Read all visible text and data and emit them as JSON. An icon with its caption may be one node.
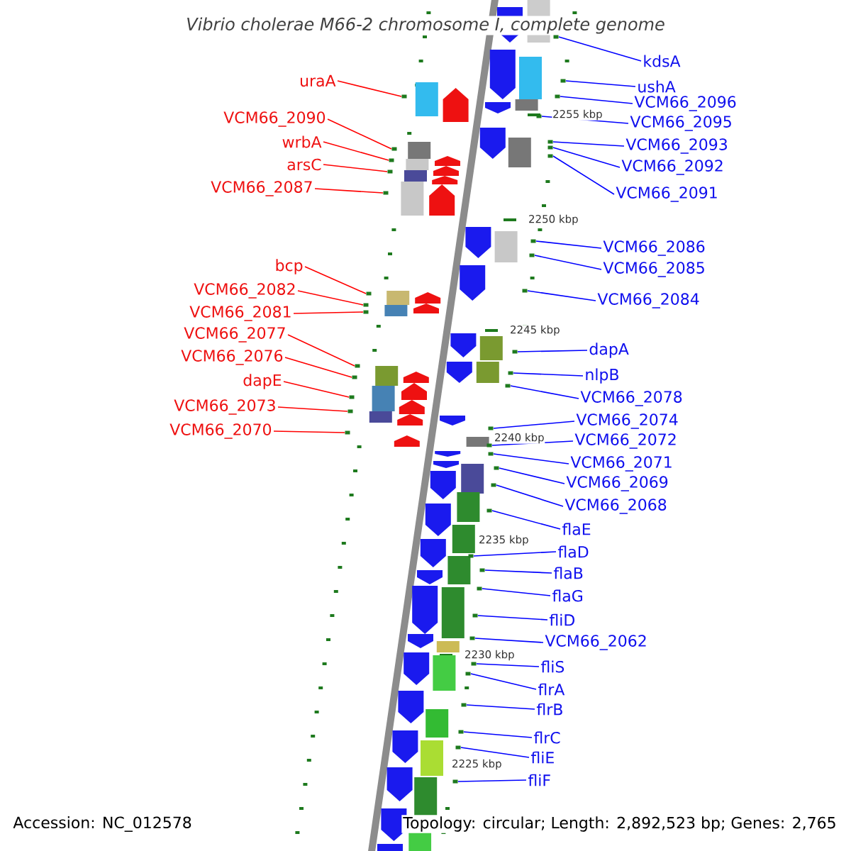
{
  "diagram": {
    "title": "Vibrio cholerae M66-2 chromosome I, complete genome",
    "nodes": [
      {
        "text": [
          "uraA"
        ]
      },
      {
        "text": [
          "VCM66_2090"
        ]
      },
      {
        "text": [
          "wrbA"
        ]
      },
      {
        "text": [
          "arsC"
        ]
      },
      {
        "text": [
          "VCM66_2087"
        ]
      },
      {
        "text": [
          "bcp"
        ]
      },
      {
        "text": [
          "VCM66_2082"
        ]
      },
      {
        "text": [
          "VCM66_2081"
        ]
      },
      {
        "text": [
          "VCM66_2077"
        ]
      },
      {
        "text": [
          "VCM66_2076"
        ]
      },
      {
        "text": [
          "dapE"
        ]
      },
      {
        "text": [
          "VCM66_2073"
        ]
      },
      {
        "text": [
          "VCM66_2070"
        ]
      },
      {
        "text": [
          "kdsA"
        ]
      },
      {
        "text": [
          "ushA"
        ]
      },
      {
        "text": [
          "VCM66_2096"
        ]
      },
      {
        "text": [
          "VCM66_2095"
        ]
      },
      {
        "text": [
          "VCM66_2093"
        ]
      },
      {
        "text": [
          "VCM66_2092"
        ]
      },
      {
        "text": [
          "VCM66_2091"
        ]
      },
      {
        "text": [
          "VCM66_2086"
        ]
      },
      {
        "text": [
          "VCM66_2085"
        ]
      },
      {
        "text": [
          "VCM66_2084"
        ]
      },
      {
        "text": [
          "dapA"
        ]
      },
      {
        "text": [
          "nlpB"
        ]
      },
      {
        "text": [
          "VCM66_2078"
        ]
      },
      {
        "text": [
          "VCM66_2074"
        ]
      },
      {
        "text": [
          "VCM66_2072"
        ]
      },
      {
        "text": [
          "VCM66_2071"
        ]
      },
      {
        "text": [
          "VCM66_2069"
        ]
      },
      {
        "text": [
          "VCM66_2068"
        ]
      },
      {
        "text": [
          "flaE"
        ]
      },
      {
        "text": [
          "flaD"
        ]
      },
      {
        "text": [
          "flaB"
        ]
      },
      {
        "text": [
          "flaG"
        ]
      },
      {
        "text": [
          "fliD"
        ]
      },
      {
        "text": [
          "VCM66_2062"
        ]
      },
      {
        "text": [
          "fliS"
        ]
      },
      {
        "text": [
          "flrA"
        ]
      },
      {
        "text": [
          "flrB"
        ]
      },
      {
        "text": [
          "flrC"
        ]
      },
      {
        "text": [
          "fliE"
        ]
      },
      {
        "text": [
          "fliF"
        ]
      },
      {
        "text": [],
        "shape": "box"
      },
      {
        "text": [],
        "shape": "box"
      },
      {
        "text": [],
        "shape": "box"
      },
      {
        "text": [],
        "shape": "box"
      },
      {
        "text": [],
        "shape": "box"
      },
      {
        "text": [],
        "shape": "box"
      },
      {
        "text": [],
        "shape": "box"
      },
      {
        "text": [],
        "shape": "box"
      },
      {
        "text": [],
        "shape": "box"
      },
      {
        "text": [],
        "shape": "box"
      },
      {
        "text": [],
        "shape": "box"
      },
      {
        "text": [],
        "shape": "box"
      },
      {
        "text": [],
        "shape": "box"
      },
      {
        "text": [],
        "shape": "box"
      },
      {
        "text": [],
        "shape": "box"
      },
      {
        "text": [],
        "shape": "box"
      },
      {
        "text": [],
        "shape": "box"
      },
      {
        "text": [],
        "shape": "box"
      },
      {
        "text": [],
        "shape": "box"
      },
      {
        "text": [],
        "shape": "box"
      },
      {
        "text": [],
        "shape": "box"
      },
      {
        "text": [],
        "shape": "box"
      },
      {
        "text": [],
        "shape": "box"
      },
      {
        "text": [],
        "shape": "box"
      },
      {
        "text": [],
        "shape": "box"
      },
      {
        "text": [],
        "shape": "box"
      },
      {
        "text": [],
        "shape": "box"
      },
      {
        "text": [],
        "shape": "box"
      },
      {
        "text": [],
        "shape": "box"
      },
      {
        "text": [],
        "shape": "box"
      },
      {
        "text": [],
        "shape": "box"
      },
      {
        "text": [],
        "shape": "box"
      },
      {
        "text": [],
        "shape": "box"
      },
      {
        "text": [],
        "shape": "box"
      },
      {
        "text": [],
        "shape": "box"
      },
      {
        "text": [],
        "shape": "box"
      },
      {
        "text": [],
        "shape": "box"
      },
      {
        "text": [],
        "shape": "box"
      },
      {
        "text": [],
        "shape": "box"
      },
      {
        "text": [],
        "shape": "box"
      },
      {
        "text": [],
        "shape": "box"
      },
      {
        "text": [],
        "shape": "box"
      },
      {
        "text": [],
        "shape": "box"
      }
    ],
    "edges": [
      {
        "from": 0,
        "to": 43,
        "arrow": "none",
        "color": "#ff0000"
      },
      {
        "from": 1,
        "to": 44,
        "arrow": "none",
        "color": "#ff0000"
      },
      {
        "from": 2,
        "to": 45,
        "arrow": "none",
        "color": "#ff0000"
      },
      {
        "from": 3,
        "to": 46,
        "arrow": "none",
        "color": "#ff0000"
      },
      {
        "from": 4,
        "to": 47,
        "arrow": "none",
        "color": "#ff0000"
      },
      {
        "from": 5,
        "to": 48,
        "arrow": "none",
        "color": "#ff0000"
      },
      {
        "from": 6,
        "to": 49,
        "arrow": "none",
        "color": "#ff0000"
      },
      {
        "from": 7,
        "to": 50,
        "arrow": "none",
        "color": "#ff0000"
      },
      {
        "from": 8,
        "to": 51,
        "arrow": "none",
        "color": "#ff0000"
      },
      {
        "from": 9,
        "to": 52,
        "arrow": "none",
        "color": "#ff0000"
      },
      {
        "from": 10,
        "to": 53,
        "arrow": "none",
        "color": "#ff0000"
      },
      {
        "from": 11,
        "to": 54,
        "arrow": "none",
        "color": "#ff0000"
      },
      {
        "from": 12,
        "to": 55,
        "arrow": "none",
        "color": "#ff0000"
      },
      {
        "from": 13,
        "to": 56,
        "arrow": "none"
      },
      {
        "from": 14,
        "to": 57,
        "arrow": "none"
      },
      {
        "from": 15,
        "to": 58,
        "arrow": "none"
      },
      {
        "from": 16,
        "to": 59,
        "arrow": "none"
      },
      {
        "from": 17,
        "to": 60,
        "arrow": "none"
      },
      {
        "from": 18,
        "to": 61,
        "arrow": "none"
      },
      {
        "from": 19,
        "to": 62,
        "arrow": "none"
      },
      {
        "from": 20,
        "to": 63,
        "arrow": "none"
      },
      {
        "from": 21,
        "to": 64,
        "arrow": "none"
      },
      {
        "from": 22,
        "to": 65,
        "arrow": "none"
      },
      {
        "from": 23,
        "to": 66,
        "arrow": "none"
      },
      {
        "from": 24,
        "to": 67,
        "arrow": "none"
      },
      {
        "from": 25,
        "to": 68,
        "arrow": "none"
      },
      {
        "from": 26,
        "to": 69,
        "arrow": "none"
      },
      {
        "from": 27,
        "to": 70,
        "arrow": "none"
      },
      {
        "from": 28,
        "to": 71,
        "arrow": "none"
      },
      {
        "from": 29,
        "to": 72,
        "arrow": "none"
      },
      {
        "from": 30,
        "to": 73,
        "arrow": "none"
      },
      {
        "from": 31,
        "to": 74,
        "arrow": "none"
      },
      {
        "from": 32,
        "to": 75,
        "arrow": "none"
      },
      {
        "from": 33,
        "to": 76,
        "arrow": "none"
      },
      {
        "from": 34,
        "to": 77,
        "arrow": "none"
      },
      {
        "from": 35,
        "to": 78,
        "arrow": "none"
      },
      {
        "from": 36,
        "to": 79,
        "arrow": "none"
      },
      {
        "from": 37,
        "to": 80,
        "arrow": "none"
      },
      {
        "from": 38,
        "to": 81,
        "arrow": "none"
      },
      {
        "from": 39,
        "to": 82,
        "arrow": "none"
      },
      {
        "from": 40,
        "to": 83,
        "arrow": "none"
      },
      {
        "from": 41,
        "to": 84,
        "arrow": "none"
      },
      {
        "from": 42,
        "to": 85,
        "arrow": "none"
      }
    ],
    "labels": [
      "2255 kbp",
      "2250 kbp",
      "2245 kbp",
      "2240 kbp",
      "2235 kbp",
      "2230 kbp",
      "2225 kbp",
      "Accession: NC_012578",
      "Topology: circular; Length: 2,892,523 bp; Genes: 2,765"
    ]
  }
}
